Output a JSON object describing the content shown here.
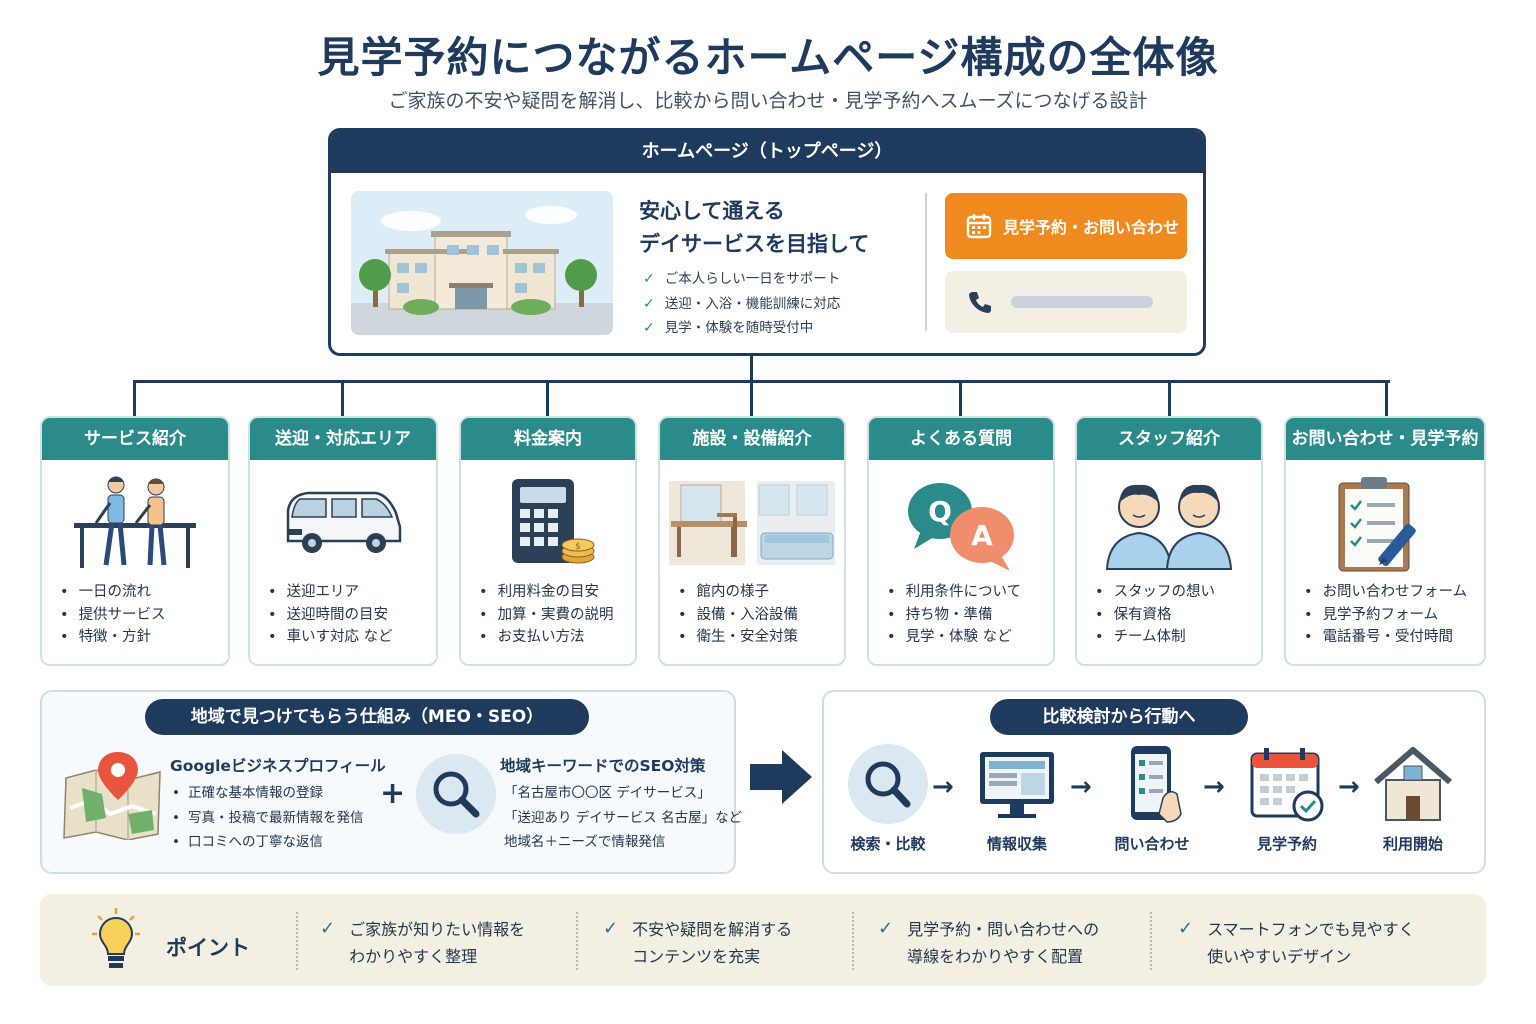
{
  "title": "見学予約につながるホームページ構成の全体像",
  "subtitle": "ご家族の不安や疑問を解消し、比較から問い合わせ・見学予約へスムーズにつなげる設計",
  "top_page": {
    "header": "ホームページ（トップページ）",
    "hero_title_line1": "安心して通える",
    "hero_title_line2": "デイサービスを目指して",
    "features": [
      "ご本人らしい一日をサポート",
      "送迎・入浴・機能訓練に対応",
      "見学・体験を随時受付中"
    ],
    "cta_label": "見学予約・お問い合わせ"
  },
  "categories": [
    {
      "title": "サービス紹介",
      "icon": "rehab-staff-icon",
      "items": [
        "一日の流れ",
        "提供サービス",
        "特徴・方針"
      ]
    },
    {
      "title": "送迎・対応エリア",
      "icon": "van-icon",
      "items": [
        "送迎エリア",
        "送迎時間の目安",
        "車いす対応 など"
      ]
    },
    {
      "title": "料金案内",
      "icon": "calculator-icon",
      "items": [
        "利用料金の目安",
        "加算・実費の説明",
        "お支払い方法"
      ]
    },
    {
      "title": "施設・設備紹介",
      "icon": "facility-icon",
      "items": [
        "館内の様子",
        "設備・入浴設備",
        "衛生・安全対策"
      ]
    },
    {
      "title": "よくある質問",
      "icon": "qa-bubble-icon",
      "items": [
        "利用条件について",
        "持ち物・準備",
        "見学・体験 など"
      ]
    },
    {
      "title": "スタッフ紹介",
      "icon": "staff-icon",
      "items": [
        "スタッフの想い",
        "保有資格",
        "チーム体制"
      ]
    },
    {
      "title": "お問い合わせ・見学予約",
      "icon": "clipboard-icon",
      "items": [
        "お問い合わせフォーム",
        "見学予約フォーム",
        "電話番号・受付時間"
      ]
    }
  ],
  "meo": {
    "title": "地域で見つけてもらう仕組み（MEO・SEO）",
    "gbp_title": "Googleビジネスプロフィール",
    "gbp_items": [
      "正確な基本情報の登録",
      "写真・投稿で最新情報を発信",
      "口コミへの丁寧な返信"
    ],
    "plus": "+",
    "seo_title": "地域キーワードでのSEO対策",
    "seo_lines": [
      "「名古屋市〇〇区 デイサービス」",
      "「送迎あり デイサービス 名古屋」など",
      "地域名＋ニーズで情報発信"
    ]
  },
  "flow": {
    "title": "比較検討から行動へ",
    "steps": [
      "検索・比較",
      "情報収集",
      "問い合わせ",
      "見学予約",
      "利用開始"
    ],
    "arrow": "→"
  },
  "points": {
    "label": "ポイント",
    "check": "✓",
    "items": [
      [
        "ご家族が知りたい情報を",
        "わかりやすく整理"
      ],
      [
        "不安や疑問を解消する",
        "コンテンツを充実"
      ],
      [
        "見学予約・問い合わせへの",
        "導線をわかりやすく配置"
      ],
      [
        "スマートフォンでも見やすく",
        "使いやすいデザイン"
      ]
    ]
  },
  "colors": {
    "navy": "#1e3a5c",
    "teal": "#2b8a8a",
    "orange": "#ee8a1e",
    "beige": "#f4efe3"
  }
}
